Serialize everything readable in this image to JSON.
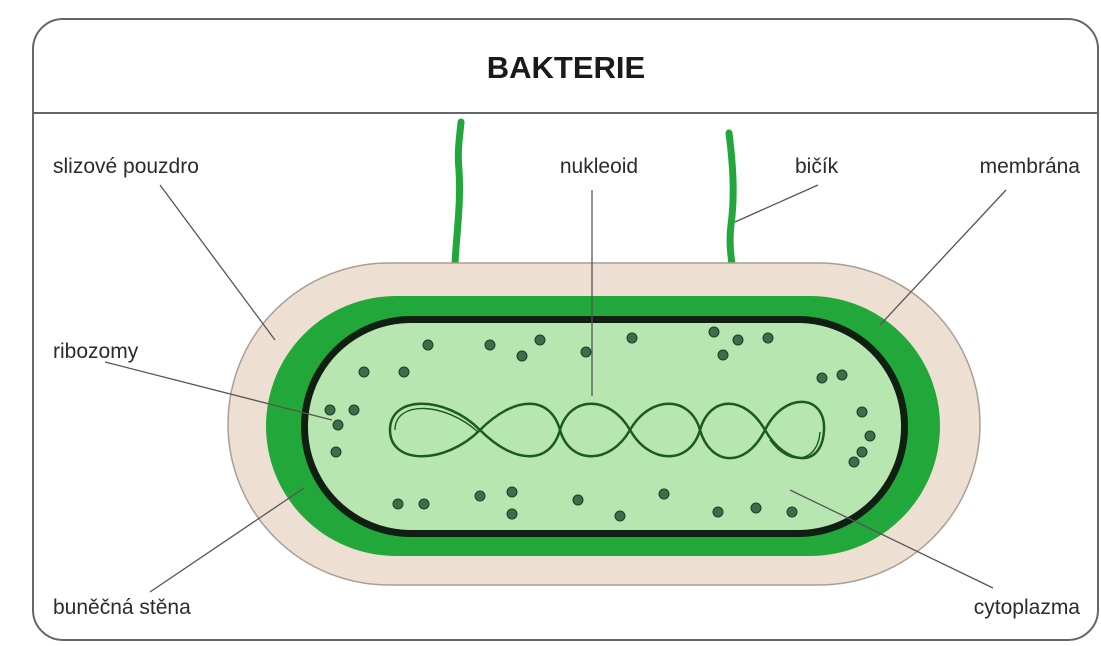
{
  "title": "BAKTERIE",
  "labels": {
    "capsule": "slizové pouzdro",
    "nucleoid": "nukleoid",
    "flagellum": "bičík",
    "membrane": "membrána",
    "ribosomes": "ribozomy",
    "cell_wall": "buněčná stěna",
    "cytoplasm": "cytoplazma"
  },
  "colors": {
    "capsule": "#ede0d3",
    "cell_wall": "#22a83a",
    "membrane": "#0f1f12",
    "cytoplasm": "#b8e6b0",
    "ribosome": "#3c6e4a",
    "leader_line": "#555555",
    "frame": "#666666"
  }
}
